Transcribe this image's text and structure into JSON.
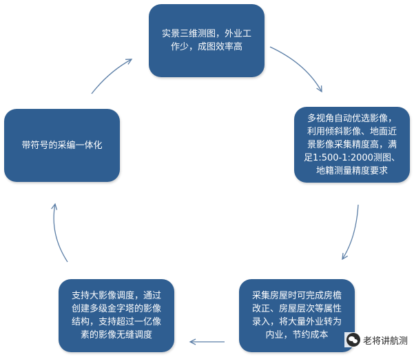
{
  "nodes": {
    "top": "实景三维测图，外业工\n作少，成图效率高",
    "right": "多视角自动优选影像，\n利用倾斜影像、地面近\n景影像采集精度高，满\n足1:500-1:2000测图、\n地籍测量精度要求",
    "bottom_right": "采集房屋时可完成房檐\n改正、房屋层次等属性\n录入，将大量外业转为\n内业，节约成本",
    "bottom_left": "支持大影像调度，通过\n创建多级金字塔的影像\n结构，支持超过一亿像\n素的影像无缝调度",
    "left": "带符号的采编一体化"
  },
  "watermark": {
    "text": "老将讲航测",
    "icon": "wechat-icon"
  },
  "colors": {
    "node_fill": "#2f5e91",
    "node_text": "#ffffff",
    "arrow": "#5b7ea6"
  }
}
